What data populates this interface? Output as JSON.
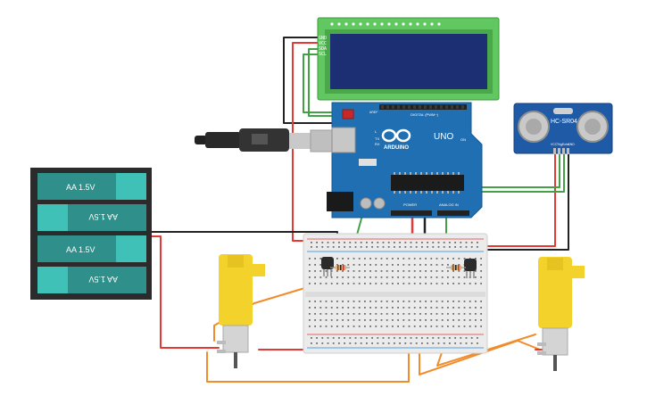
{
  "lcd": {
    "pins": [
      "GND",
      "VCC",
      "SDA",
      "SCL"
    ]
  },
  "arduino": {
    "brand": "ARDUINO",
    "model": "UNO",
    "digital_label": "DIGITAL (PWM~)",
    "tx_label": "TX",
    "rx_label": "RX",
    "l_label": "L",
    "on_label": "ON",
    "aref_label": "AREF",
    "power_label": "POWER",
    "analog_label": "ANALOG IN"
  },
  "sensor": {
    "name": "HC-SR04",
    "pins": [
      "VCC",
      "Trig",
      "Echo",
      "GND"
    ]
  },
  "battery": {
    "cells": [
      "AA 1.5V",
      "AA 1.5V",
      "AA 1.5V",
      "AA 1.5V"
    ]
  },
  "colors": {
    "wire_red": "#e53935",
    "wire_black": "#222222",
    "wire_green": "#43a047",
    "wire_orange": "#f08c2a",
    "arduino_blue": "#1f6fb2",
    "lcd_green": "#61c861",
    "lcd_screen": "#1d2f73",
    "motor_yellow": "#f2d22b",
    "battery_teal": "#3fc1b8"
  }
}
